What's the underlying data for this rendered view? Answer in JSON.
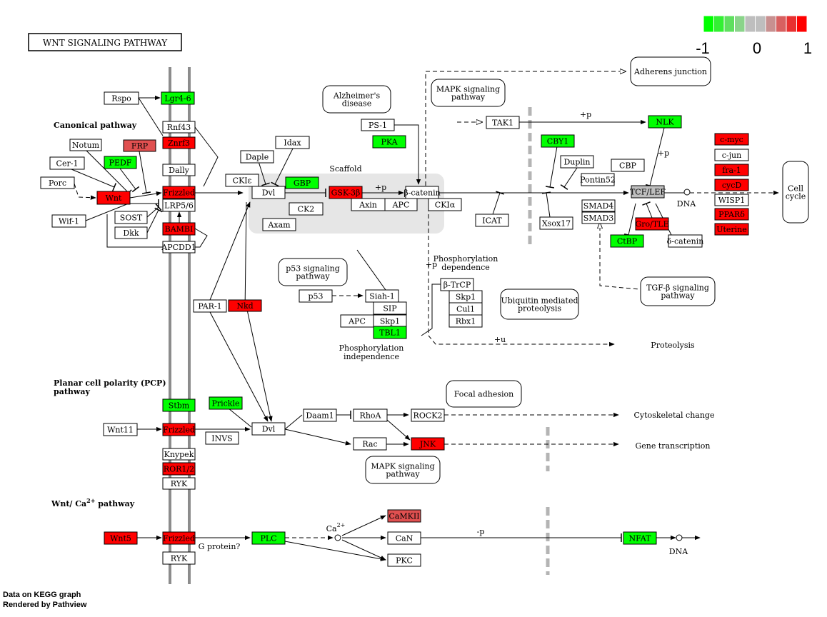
{
  "title": "WNT SIGNALING PATHWAY",
  "legend": {
    "min_label": "-1",
    "mid_label": "0",
    "max_label": "1",
    "swatches": [
      "#00ff00",
      "#33f033",
      "#5fe05f",
      "#8ad48a",
      "#bebebe",
      "#bebebe",
      "#c89090",
      "#d86060",
      "#e83030",
      "#ff0000"
    ]
  },
  "colors": {
    "up": "#ff0000",
    "down": "#00ff00",
    "weak_up": "#e05050",
    "neutral": "#bebebe",
    "none": "#ffffff",
    "scaffold": "#e6e6e6",
    "membrane": "#8c8c8c"
  },
  "section_labels": {
    "canonical": "Canonical pathway",
    "pcp_line1": "Planar cell polarity (PCP)",
    "pcp_line2": "pathway",
    "ca_prefix": "Wnt/ Ca",
    "ca_sup": "2+",
    "ca_suffix": " pathway"
  },
  "footer": {
    "line1": "Data on KEGG graph",
    "line2": "Rendered by Pathview"
  },
  "texts": {
    "scaffold": "Scaffold",
    "dna1": "DNA",
    "dna2": "DNA",
    "plus_p_1": "+p",
    "plus_p_2": "+p",
    "plus_p_3": "+p",
    "plus_p_4": "+p",
    "plus_u": "+u",
    "minus_p": "-p",
    "phos_dep_1": "Phosphorylation",
    "phos_dep_2": "dependence",
    "phos_ind_1": "Phosphorylation",
    "phos_ind_2": "independence",
    "proteolysis": "Proteolysis",
    "cytoskeletal": "Cytoskeletal change",
    "gene_transcription": "Gene transcription",
    "g_protein": "G protein?",
    "ca_label": "Ca",
    "ca_sup": "2+"
  },
  "pathway_refs": [
    {
      "id": "adherens",
      "lines": [
        "Adherens junction"
      ]
    },
    {
      "id": "alzheimer",
      "lines": [
        "Alzheimer's",
        "disease"
      ]
    },
    {
      "id": "mapk1",
      "lines": [
        "MAPK signaling",
        "pathway"
      ]
    },
    {
      "id": "cellcycle",
      "lines": [
        "Cell",
        "cycle"
      ]
    },
    {
      "id": "p53",
      "lines": [
        "p53 signaling",
        "pathway"
      ]
    },
    {
      "id": "ubiquitin",
      "lines": [
        "Ubiquitin mediated",
        "proteolysis"
      ]
    },
    {
      "id": "tgfb",
      "lines": [
        "TGF-β signaling",
        "pathway"
      ]
    },
    {
      "id": "focal",
      "lines": [
        "Focal adhesion"
      ]
    },
    {
      "id": "mapk2",
      "lines": [
        "MAPK signaling",
        "pathway"
      ]
    }
  ],
  "genes": [
    {
      "id": "rspo",
      "label": "Rspo",
      "status": "none"
    },
    {
      "id": "lgr46",
      "label": "Lgr4-6",
      "status": "down"
    },
    {
      "id": "rnf43",
      "label": "Rnf43",
      "status": "none"
    },
    {
      "id": "znrf3",
      "label": "Znrf3",
      "status": "up"
    },
    {
      "id": "notum",
      "label": "Notum",
      "status": "none"
    },
    {
      "id": "frp",
      "label": "FRP",
      "status": "weak_up"
    },
    {
      "id": "cer1",
      "label": "Cer-1",
      "status": "none"
    },
    {
      "id": "pedf",
      "label": "PEDF",
      "status": "down"
    },
    {
      "id": "dally",
      "label": "Dally",
      "status": "none"
    },
    {
      "id": "porc",
      "label": "Porc",
      "status": "none"
    },
    {
      "id": "wnt",
      "label": "Wnt",
      "status": "up"
    },
    {
      "id": "frizzled1",
      "label": "Frizzled",
      "status": "up"
    },
    {
      "id": "lrp56",
      "label": "LRP5/6",
      "status": "none"
    },
    {
      "id": "wif1",
      "label": "Wif-1",
      "status": "none"
    },
    {
      "id": "sost",
      "label": "SOST",
      "status": "none"
    },
    {
      "id": "dkk",
      "label": "Dkk",
      "status": "none"
    },
    {
      "id": "bambi",
      "label": "BAMBI",
      "status": "up"
    },
    {
      "id": "apcdd1",
      "label": "APCDD1",
      "status": "none"
    },
    {
      "id": "daple",
      "label": "Daple",
      "status": "none"
    },
    {
      "id": "idax",
      "label": "Idax",
      "status": "none"
    },
    {
      "id": "ckie",
      "label": "CKIε",
      "status": "none"
    },
    {
      "id": "dvl1",
      "label": "Dvl",
      "status": "none"
    },
    {
      "id": "gbp",
      "label": "GBP",
      "status": "down"
    },
    {
      "id": "ck2",
      "label": "CK2",
      "status": "none"
    },
    {
      "id": "axam",
      "label": "Axam",
      "status": "none"
    },
    {
      "id": "gsk3b",
      "label": "GSK-3β",
      "status": "up"
    },
    {
      "id": "axin",
      "label": "Axin",
      "status": "none"
    },
    {
      "id": "apc1",
      "label": "APC",
      "status": "none"
    },
    {
      "id": "bcatenin1",
      "label": "β-catenin",
      "status": "none"
    },
    {
      "id": "ckia",
      "label": "CKIα",
      "status": "none"
    },
    {
      "id": "ps1",
      "label": "PS-1",
      "status": "none"
    },
    {
      "id": "pka",
      "label": "PKA",
      "status": "down"
    },
    {
      "id": "tak1",
      "label": "TAK1",
      "status": "none"
    },
    {
      "id": "nlk",
      "label": "NLK",
      "status": "down"
    },
    {
      "id": "cby1",
      "label": "CBY1",
      "status": "down"
    },
    {
      "id": "duplin",
      "label": "Duplin",
      "status": "none"
    },
    {
      "id": "cbp",
      "label": "CBP",
      "status": "none"
    },
    {
      "id": "pontin52",
      "label": "Pontin52",
      "status": "none"
    },
    {
      "id": "tcflef",
      "label": "TCF/LEF",
      "status": "neutral"
    },
    {
      "id": "smad4",
      "label": "SMAD4",
      "status": "none"
    },
    {
      "id": "smad3",
      "label": "SMAD3",
      "status": "none"
    },
    {
      "id": "grotle",
      "label": "Gro/TLE",
      "status": "up"
    },
    {
      "id": "ctbp",
      "label": "CtBP",
      "status": "down"
    },
    {
      "id": "dcatenin",
      "label": "δ-catenin",
      "status": "none"
    },
    {
      "id": "icat",
      "label": "ICAT",
      "status": "none"
    },
    {
      "id": "xsox17",
      "label": "Xsox17",
      "status": "none"
    },
    {
      "id": "cmyc",
      "label": "c-myc",
      "status": "up"
    },
    {
      "id": "cjun",
      "label": "c-jun",
      "status": "none"
    },
    {
      "id": "fra1",
      "label": "fra-1",
      "status": "up"
    },
    {
      "id": "cycd",
      "label": "cycD",
      "status": "up"
    },
    {
      "id": "wisp1",
      "label": "WISP1",
      "status": "none"
    },
    {
      "id": "ppard",
      "label": "PPARδ",
      "status": "up"
    },
    {
      "id": "uterine",
      "label": "Uterine",
      "status": "up"
    },
    {
      "id": "p53",
      "label": "p53",
      "status": "none"
    },
    {
      "id": "siah1",
      "label": "Siah-1",
      "status": "none"
    },
    {
      "id": "sip",
      "label": "SIP",
      "status": "none"
    },
    {
      "id": "apc2",
      "label": "APC",
      "status": "none"
    },
    {
      "id": "skp1a",
      "label": "Skp1",
      "status": "none"
    },
    {
      "id": "tbl1",
      "label": "TBL1",
      "status": "down"
    },
    {
      "id": "btrcp",
      "label": "β-TrCP",
      "status": "none"
    },
    {
      "id": "skp1b",
      "label": "Skp1",
      "status": "none"
    },
    {
      "id": "cul1",
      "label": "Cul1",
      "status": "none"
    },
    {
      "id": "rbx1",
      "label": "Rbx1",
      "status": "none"
    },
    {
      "id": "par1",
      "label": "PAR-1",
      "status": "none"
    },
    {
      "id": "nkd",
      "label": "Nkd",
      "status": "up"
    },
    {
      "id": "stbm",
      "label": "Stbm",
      "status": "down"
    },
    {
      "id": "prickle",
      "label": "Prickle",
      "status": "down"
    },
    {
      "id": "wnt11",
      "label": "Wnt11",
      "status": "none"
    },
    {
      "id": "frizzled2",
      "label": "Frizzled",
      "status": "up"
    },
    {
      "id": "invs",
      "label": "INVS",
      "status": "none"
    },
    {
      "id": "dvl2",
      "label": "Dvl",
      "status": "none"
    },
    {
      "id": "daam1",
      "label": "Daam1",
      "status": "none"
    },
    {
      "id": "rhoa",
      "label": "RhoA",
      "status": "none"
    },
    {
      "id": "rock2",
      "label": "ROCK2",
      "status": "none"
    },
    {
      "id": "rac",
      "label": "Rac",
      "status": "none"
    },
    {
      "id": "jnk",
      "label": "JNK",
      "status": "up"
    },
    {
      "id": "knypek",
      "label": "Knypek",
      "status": "none"
    },
    {
      "id": "ror12",
      "label": "ROR1/2",
      "status": "up"
    },
    {
      "id": "ryk1",
      "label": "RYK",
      "status": "none"
    },
    {
      "id": "wnt5",
      "label": "Wnt5",
      "status": "up"
    },
    {
      "id": "frizzled3",
      "label": "Frizzled",
      "status": "up"
    },
    {
      "id": "ryk2",
      "label": "RYK",
      "status": "none"
    },
    {
      "id": "plc",
      "label": "PLC",
      "status": "down"
    },
    {
      "id": "camkii",
      "label": "CaMKII",
      "status": "weak_up"
    },
    {
      "id": "can",
      "label": "CaN",
      "status": "none"
    },
    {
      "id": "pkc",
      "label": "PKC",
      "status": "none"
    },
    {
      "id": "nfat",
      "label": "NFAT",
      "status": "down"
    }
  ]
}
